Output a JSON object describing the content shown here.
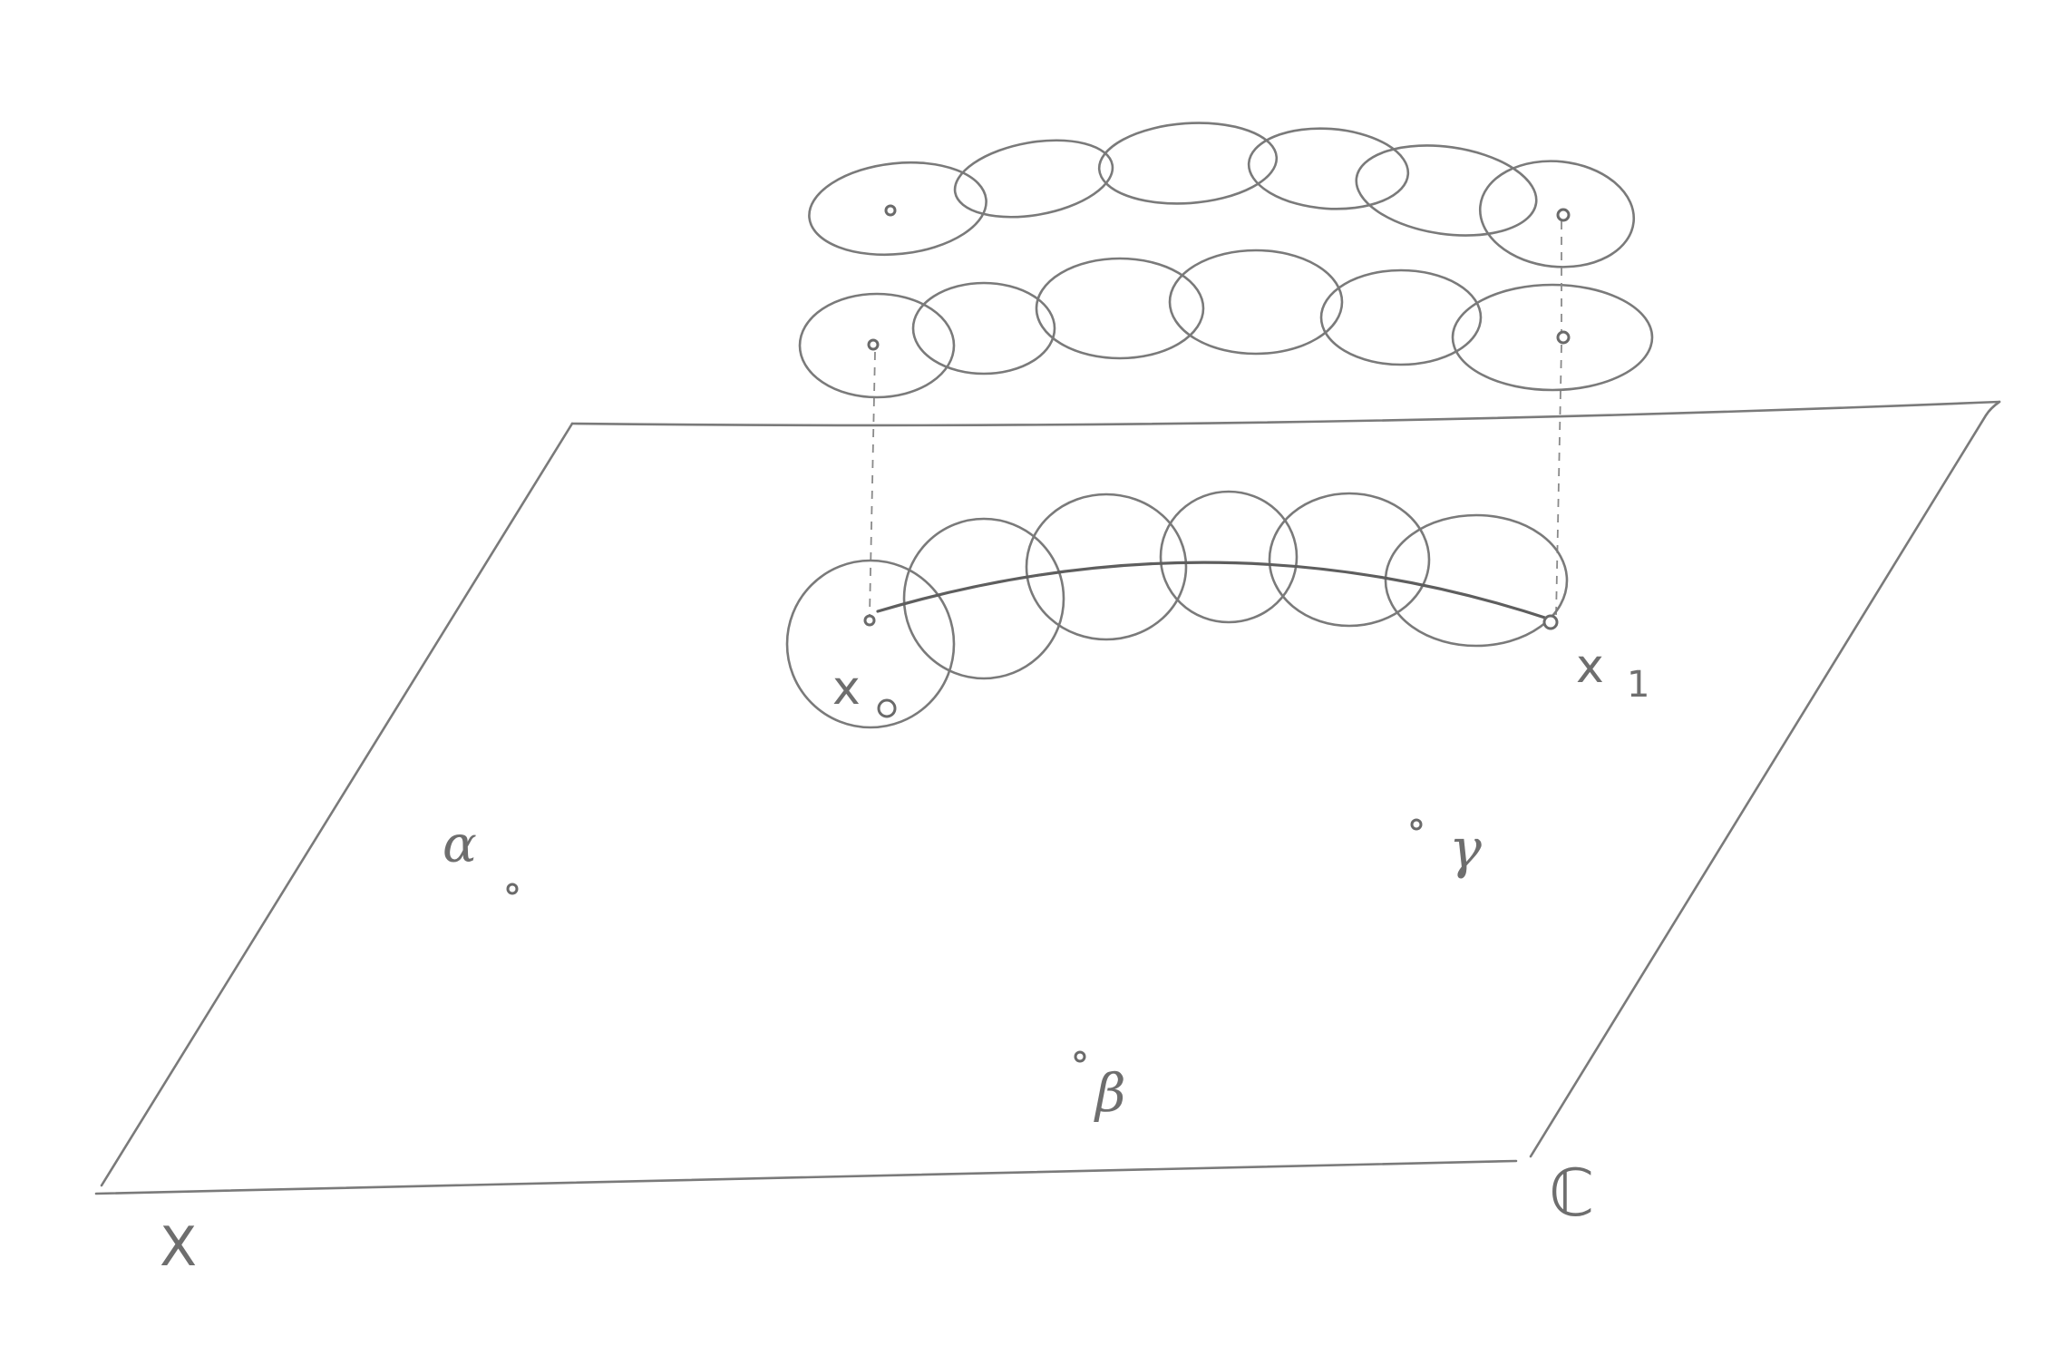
{
  "labels": {
    "x0": "x",
    "x0_sub": "0",
    "x1": "x",
    "x1_sub": "1",
    "alpha": "α",
    "beta": "β",
    "gamma": "γ",
    "X": "X",
    "C": "ℂ"
  },
  "colors": {
    "ink": "#7a7a7a",
    "paper": "#ffffff"
  }
}
